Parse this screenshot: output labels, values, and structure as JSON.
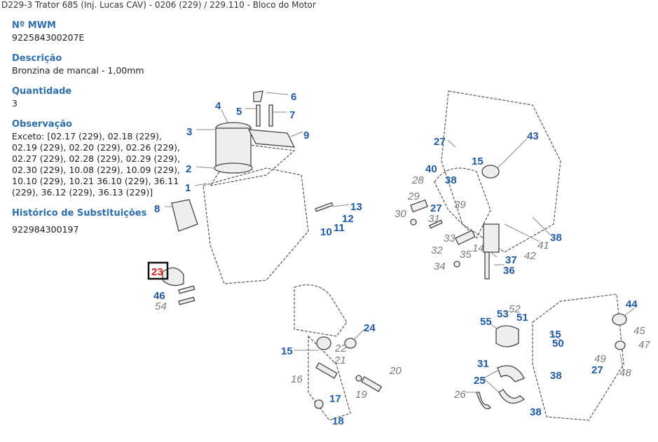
{
  "breadcrumb": "D229-3 Trator 685 (Inj. Lucas CAV) - 0206 (229)  /  229.110 - Bloco do Motor",
  "details": {
    "mwm_label": "Nº MWM",
    "mwm_value": "922584300207E",
    "description_label": "Descrição",
    "description_value": "Bronzina de mancal - 1,00mm",
    "quantity_label": "Quantidade",
    "quantity_value": "3",
    "observation_label": "Observação",
    "observation_value": "Exceto: [02.17 (229), 02.18 (229), 02.19 (229), 02.20 (229), 02.26 (229), 02.27 (229), 02.28 (229), 02.29 (229), 02.30 (229), 10.08 (229), 10.09 (229), 10.10 (229), 10.21 36.10 (229), 36.11 (229), 36.12 (229), 36.13 (229)]",
    "history_label": "Histórico de Substituições",
    "history_value": "922984300197"
  },
  "diagram": {
    "selected_callout": "23",
    "colors": {
      "callout_blue": "#1f5aa6",
      "callout_gray": "#7a7a7a",
      "selected": "#e02020"
    },
    "callouts": [
      "4",
      "5",
      "6",
      "7",
      "3",
      "9",
      "2",
      "1",
      "8",
      "13",
      "12",
      "11",
      "10",
      "23",
      "46",
      "54",
      "27",
      "43",
      "15",
      "40",
      "38",
      "28",
      "29",
      "27",
      "39",
      "30",
      "31",
      "33",
      "32",
      "14",
      "35",
      "41",
      "38",
      "42",
      "37",
      "34",
      "36",
      "24",
      "15",
      "22",
      "21",
      "16",
      "20",
      "19",
      "17",
      "18",
      "44",
      "53",
      "52",
      "51",
      "55",
      "15",
      "45",
      "50",
      "47",
      "49",
      "31",
      "27",
      "48",
      "38",
      "25",
      "26",
      "38"
    ]
  }
}
